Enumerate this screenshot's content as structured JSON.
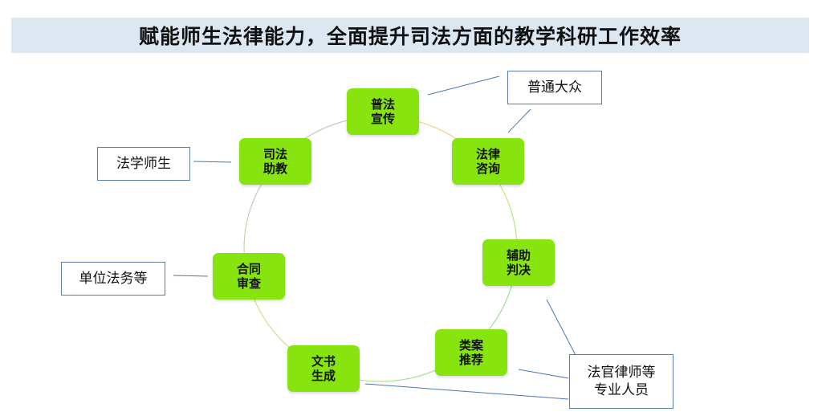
{
  "title": "赋能师生法律能力，全面提升司法方面的教学科研工作效率",
  "nodes": {
    "puFa": [
      "普法",
      "宣传"
    ],
    "zixun": [
      "法律",
      "咨询"
    ],
    "panjue": [
      "辅助",
      "判决"
    ],
    "tuijian": [
      "类案",
      "推荐"
    ],
    "wenshu": [
      "文书",
      "生成"
    ],
    "shencha": [
      "合同",
      "审查"
    ],
    "zhujiao": [
      "司法",
      "助教"
    ]
  },
  "audiences": {
    "public": "普通大众",
    "students": "法学师生",
    "units": "单位法务等",
    "professionals": [
      "法官律师等",
      "专业人员"
    ]
  },
  "colors": {
    "banner": "#dce7f2",
    "node": "#88e40e",
    "box_border": "#5a7fa8",
    "connector": "#4a78b0"
  }
}
